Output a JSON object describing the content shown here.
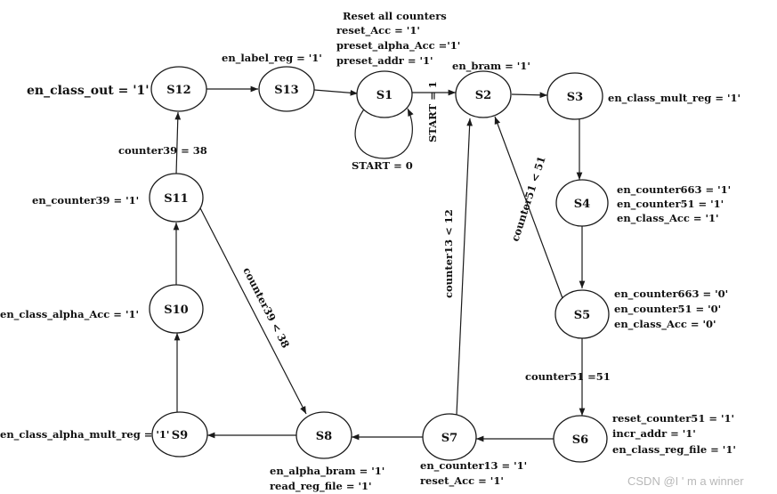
{
  "states": {
    "S1": "S1",
    "S2": "S2",
    "S3": "S3",
    "S4": "S4",
    "S5": "S5",
    "S6": "S6",
    "S7": "S7",
    "S8": "S8",
    "S9": "S9",
    "S10": "S10",
    "S11": "S11",
    "S12": "S12",
    "S13": "S13"
  },
  "labels": {
    "reset_title": "Reset all counters",
    "reset_acc": "reset_Acc = '1'",
    "preset_alpha": "preset_alpha_Acc ='1'",
    "preset_addr": "preset_addr = '1'",
    "en_label_reg": "en_label_reg = '1'",
    "en_class_out": "en_class_out = '1'",
    "en_bram": "en_bram = '1'",
    "start1": "START = 1",
    "start0": "START =  0",
    "en_class_mult_reg": "en_class_mult_reg = '1'",
    "counter39_eq": "counter39 = 38",
    "en_counter39": "en_counter39 = '1'",
    "s4_en663": "en_counter663 =  '1'",
    "s4_en51": "en_counter51 = '1'",
    "s4_class_acc": "en_class_Acc = '1'",
    "counter51_lt": "counter51 < 51",
    "counter13_lt": "counter13 < 12",
    "counter39_lt": "counter39 < 38",
    "en_class_alpha_acc": "en_class_alpha_Acc = '1'",
    "s5_en663": "en_counter663 =  '0'",
    "s5_en51": "en_counter51 = '0'",
    "s5_class_acc": "en_class_Acc = '0'",
    "counter51_eq": "counter51 =51",
    "s6_reset51": "reset_counter51 =  '1'",
    "s6_incr": "incr_addr = '1'",
    "s6_reg_file": "en_class_reg_file = '1'",
    "en_class_alpha_mult_reg": "en_class_alpha_mult_reg = '1'",
    "s8_alpha_bram": "en_alpha_bram = '1'",
    "s8_read_reg": "read_reg_file = '1'",
    "s7_en13": "en_counter13 = '1'",
    "s7_reset_acc": "reset_Acc = '1'"
  },
  "watermark": "CSDN @I ' m a winner"
}
